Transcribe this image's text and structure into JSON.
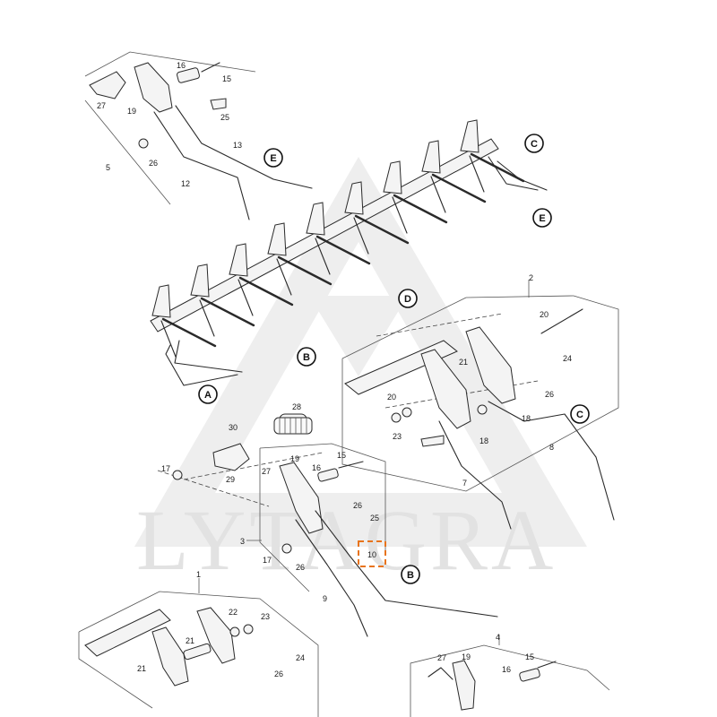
{
  "watermark": {
    "text": "LYTAGRA",
    "color": "#e2e2e2"
  },
  "highlight": {
    "part": "10",
    "color": "#e8741c"
  },
  "callouts": [
    {
      "id": "A"
    },
    {
      "id": "B"
    },
    {
      "id": "B"
    },
    {
      "id": "C"
    },
    {
      "id": "C"
    },
    {
      "id": "D"
    },
    {
      "id": "E"
    },
    {
      "id": "E"
    }
  ],
  "part_labels": [
    "27",
    "19",
    "16",
    "15",
    "25",
    "26",
    "5",
    "13",
    "12",
    "2",
    "20",
    "24",
    "21",
    "20",
    "23",
    "26",
    "18",
    "18",
    "8",
    "7",
    "28",
    "30",
    "17",
    "27",
    "29",
    "19",
    "16",
    "15",
    "26",
    "25",
    "17",
    "26",
    "3",
    "9",
    "10",
    "1",
    "22",
    "23",
    "21",
    "21",
    "26",
    "24",
    "4",
    "27",
    "19",
    "16",
    "15"
  ]
}
